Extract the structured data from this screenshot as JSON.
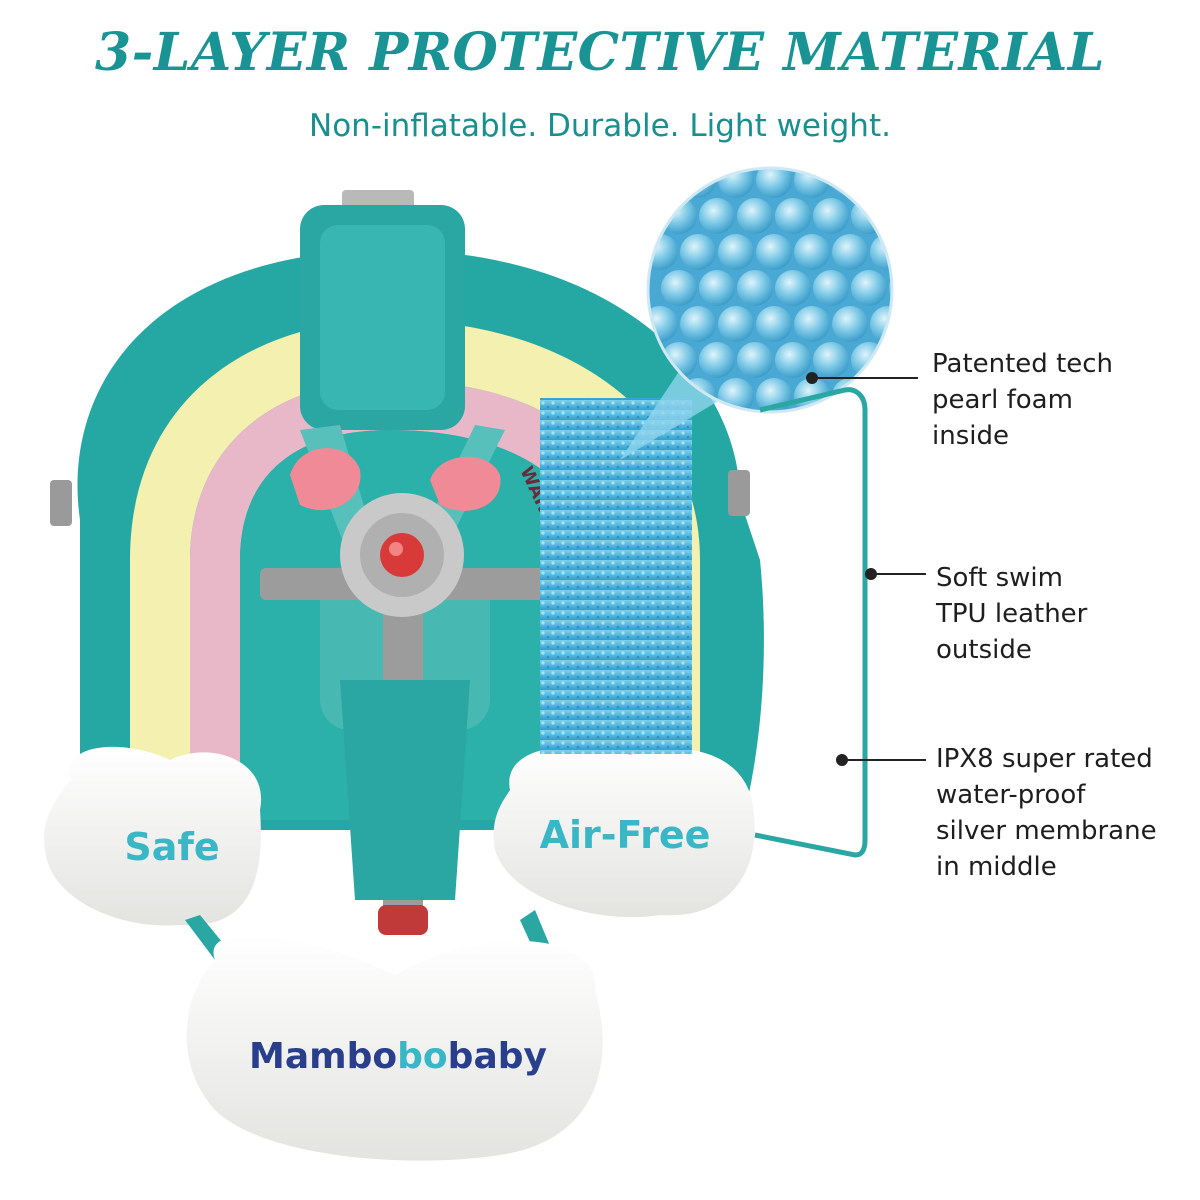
{
  "headline": "3-LAYER PROTECTIVE MATERIAL",
  "subheadline": "Non-inflatable. Durable. Light weight.",
  "callouts": [
    {
      "text": "Patented tech\npearl foam\ninside"
    },
    {
      "text": "Soft swim\nTPU leather\noutside"
    },
    {
      "text": "IPX8 super rated\nwater-proof\nsilver membrane\nin middle"
    }
  ],
  "product": {
    "left_pad_label": "Safe",
    "right_pad_label": "Air-Free",
    "brand_prefix": "Mambo",
    "brand_highlight": "bo",
    "brand_suffix": "baby",
    "warning_text": "WARNING!"
  },
  "colors": {
    "teal_title": "#1a9394",
    "float_teal": "#25a8a4",
    "float_yellow": "#f4f0b0",
    "float_pink": "#e8b8c8",
    "pad_white": "#f6f6f4",
    "brand_navy": "#2a3f8c",
    "brand_accent": "#3ab7c7",
    "buckle_red": "#d83a3a",
    "foam_blue": "#58b8dc"
  }
}
